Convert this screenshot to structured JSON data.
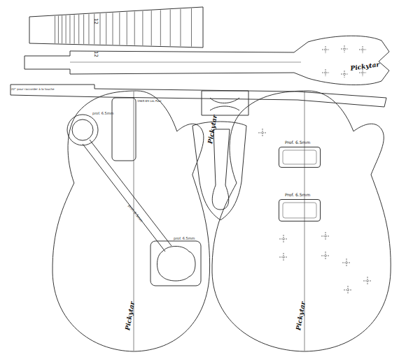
{
  "diagram": {
    "nodes": [
      {
        "text": [
          "Prof. 6.5mm"
        ]
      },
      {
        "text": [
          "Prof. 6.5mm"
        ]
      }
    ],
    "labels": [
      "12",
      "12",
      "Pickytar",
      "22° pour raccorder à la touche",
      "Pickytar",
      "Pickytar",
      "Pickytar",
      "prof. 6.5mm",
      "prof. 6.5mm",
      "prof. 6.5mm",
      "1965-89 Les Paul"
    ]
  }
}
